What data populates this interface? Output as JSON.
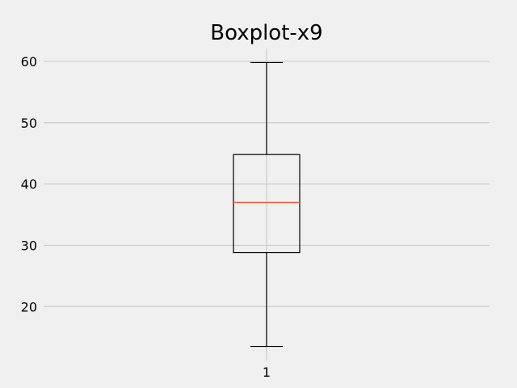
{
  "chart_data": {
    "type": "box",
    "title": "Boxplot-x9",
    "categories": [
      "1"
    ],
    "boxes": [
      {
        "category": "1",
        "whisker_low": 13.5,
        "q1": 28.8,
        "median": 37.0,
        "q3": 44.8,
        "whisker_high": 59.8
      }
    ],
    "y_ticks": [
      20,
      30,
      40,
      50,
      60
    ],
    "ylim": [
      11.2,
      62.1
    ],
    "grid": true,
    "colors": {
      "background": "#f0f0f0",
      "grid": "#cbcbcb",
      "box": "#000000",
      "median": "#fc4f30"
    }
  }
}
